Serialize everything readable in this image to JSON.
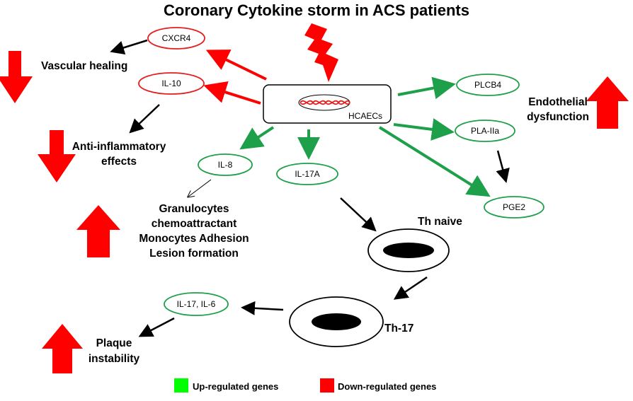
{
  "title": "Coronary Cytokine storm in ACS patients",
  "center": {
    "label": "HCAECs"
  },
  "nodes": {
    "cxcr4": "CXCR4",
    "il10": "IL-10",
    "il8": "IL-8",
    "il17a": "IL-17A",
    "plcb4": "PLCB4",
    "pla": "PLA-IIa",
    "pge2": "PGE2",
    "il17il6": "IL-17, IL-6"
  },
  "cells": {
    "th_naive": "Th naive",
    "th17": "Th-17"
  },
  "effects": {
    "vascular_healing": "Vascular healing",
    "anti_inflammatory": [
      "Anti-inflammatory",
      "effects"
    ],
    "endothelial": [
      "Endothelial",
      "dysfunction"
    ],
    "granulocytes": [
      "Granulocytes",
      "chemoattractant",
      "Monocytes Adhesion",
      "Lesion formation"
    ],
    "plaque": [
      "Plaque",
      "instability"
    ]
  },
  "legend": {
    "up": {
      "label": "Up-regulated genes",
      "color": "#00ff00"
    },
    "down": {
      "label": "Down-regulated genes",
      "color": "#ff0000"
    }
  },
  "colors": {
    "up_stroke": "#1ea04a",
    "down_stroke": "#e41e1e",
    "arrow_black": "#000000",
    "arrow_red": "#ff0000"
  }
}
